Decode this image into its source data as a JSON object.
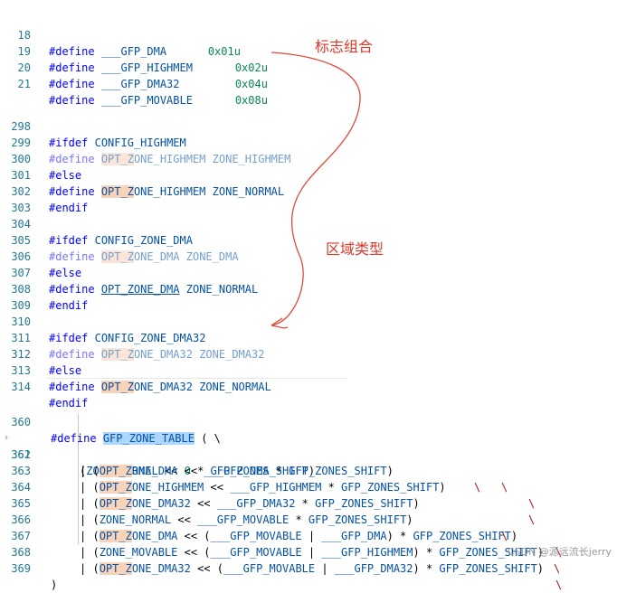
{
  "annotations": {
    "flags": "标志组合",
    "zones": "区域类型"
  },
  "watermark": "CSDN @源远流长jerry",
  "block1": [
    {
      "ln": "18",
      "kw": "#define",
      "name": "___GFP_DMA",
      "val": "0x01u"
    },
    {
      "ln": "19",
      "kw": "#define",
      "name": "___GFP_HIGHMEM",
      "val": "0x02u"
    },
    {
      "ln": "20",
      "kw": "#define",
      "name": "___GFP_DMA32",
      "val": "0x04u"
    },
    {
      "ln": "21",
      "kw": "#define",
      "name": "___GFP_MOVABLE",
      "val": "0x08u"
    }
  ],
  "block2": {
    "l298": {
      "ln": "298",
      "kw": "#ifdef",
      "name": "CONFIG_HIGHMEM"
    },
    "l299": {
      "ln": "299",
      "kw": "#define",
      "opt": "OPT_Z",
      "rest": "ONE_HIGHMEM",
      "val": "ZONE_HIGHMEM"
    },
    "l300": {
      "ln": "300",
      "kw": "#else"
    },
    "l301": {
      "ln": "301",
      "kw": "#define",
      "opt": "OPT_Z",
      "rest": "ONE_HIGHMEM",
      "val": "ZONE_NORMAL"
    },
    "l302": {
      "ln": "302",
      "kw": "#endif"
    },
    "l303": {
      "ln": "303"
    },
    "l304": {
      "ln": "304",
      "kw": "#ifdef",
      "name": "CONFIG_ZONE_DMA"
    },
    "l305": {
      "ln": "305",
      "kw": "#define",
      "opt": "OPT_Z",
      "rest": "ONE_DMA",
      "val": "ZONE_DMA"
    },
    "l306": {
      "ln": "306",
      "kw": "#else"
    },
    "l307": {
      "ln": "307",
      "kw": "#define",
      "opt": "OPT_ZONE_DMA",
      "val": "ZONE_NORMAL"
    },
    "l308": {
      "ln": "308",
      "kw": "#endif"
    },
    "l309": {
      "ln": "309"
    },
    "l310": {
      "ln": "310",
      "kw": "#ifdef",
      "name": "CONFIG_ZONE_DMA32"
    },
    "l311": {
      "ln": "311",
      "kw": "#define",
      "opt": "OPT_Z",
      "rest": "ONE_DMA32",
      "val": "ZONE_DMA32"
    },
    "l312": {
      "ln": "312",
      "kw": "#else"
    },
    "l313": {
      "ln": "313",
      "kw": "#define",
      "opt": "OPT_Z",
      "rest": "ONE_DMA32",
      "val": "ZONE_NORMAL"
    },
    "l314": {
      "ln": "314",
      "kw": "#endif"
    }
  },
  "block3": {
    "l360": {
      "ln": "360",
      "kw": "#define",
      "name": "GFP_ZONE_TABLE",
      "tail": " ( \\"
    },
    "l361": {
      "ln": "361",
      "pre": "(",
      "a": "ZONE_NORMAL",
      "mid": " << ",
      "b": "0",
      "op2": " * ",
      "c": "GFP_ZONES_SHIFT",
      "post": ")",
      "bs": "\\"
    },
    "l362": {
      "ln": "362",
      "pre": "| (",
      "opt": "OPT_Z",
      "rest": "ONE_DMA",
      "mid": " << ",
      "c": "___GFP_DMA",
      "op2": " * ",
      "d": "GFP_ZONES_SHIFT",
      "post": ")",
      "bs": "\\"
    },
    "l363": {
      "ln": "363",
      "pre": "| (",
      "opt": "OPT_Z",
      "rest": "ONE_HIGHMEM",
      "mid": " << ",
      "c": "___GFP_HIGHMEM",
      "op2": " * ",
      "d": "GFP_ZONES_SHIFT",
      "post": ")",
      "bs": "\\"
    },
    "l364": {
      "ln": "364",
      "pre": "| (",
      "opt": "OPT_Z",
      "rest": "ONE_DMA32",
      "mid": " << ",
      "c": "___GFP_DMA32",
      "op2": " * ",
      "d": "GFP_ZONES_SHIFT",
      "post": ")",
      "bs": "\\"
    },
    "l365": {
      "ln": "365",
      "pre": "| (",
      "a": "ZONE_NORMAL",
      "mid": " << ",
      "c": "___GFP_MOVABLE",
      "op2": " * ",
      "d": "GFP_ZONES_SHIFT",
      "post": ")",
      "bs": "\\"
    },
    "l366": {
      "ln": "366",
      "pre": "| (",
      "opt": "OPT_Z",
      "rest": "ONE_DMA",
      "mid": " << (",
      "c": "___GFP_MOVABLE",
      "op2": " | ",
      "d": "___GFP_DMA",
      "op3": ") * ",
      "e": "GFP_ZONES_SHIFT",
      "post": ")",
      "bs": "\\"
    },
    "l367": {
      "ln": "367",
      "pre": "| (",
      "a": "ZONE_MOVABLE",
      "mid": " << (",
      "c": "___GFP_MOVABLE",
      "op2": " | ",
      "d": "___GFP_HIGHMEM",
      "op3": ") * ",
      "e": "GFP_ZONES_SHIFT",
      "post": ")",
      "bs": "\\"
    },
    "l368": {
      "ln": "368",
      "pre": "| (",
      "opt": "OPT_Z",
      "rest": "ONE_DMA32",
      "mid": " << (",
      "c": "___GFP_MOVABLE",
      "op2": " | ",
      "d": "___GFP_DMA32",
      "op3": ") * ",
      "e": "GFP_ZONES_SHIFT",
      "post": ")",
      "bs": "\\"
    },
    "l369": {
      "ln": "369",
      "pre": ")"
    }
  }
}
